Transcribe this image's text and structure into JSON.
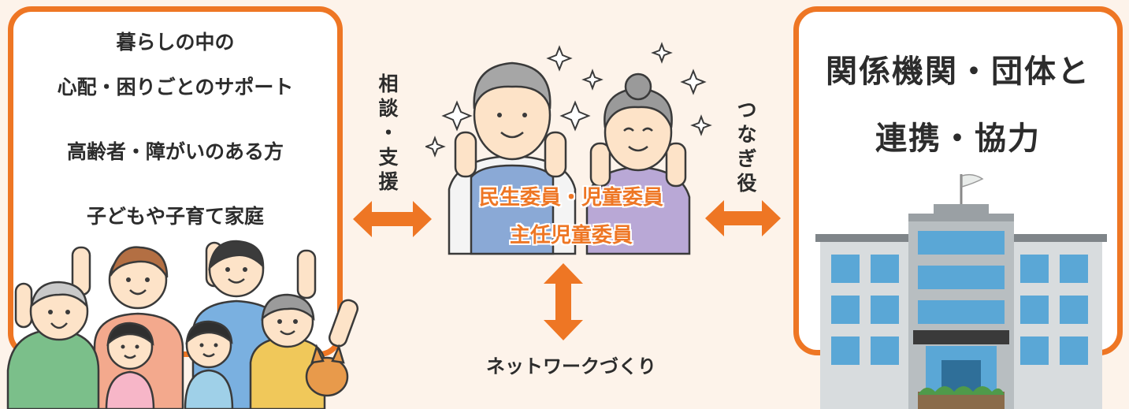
{
  "left_panel": {
    "lines": [
      "暮らしの中の",
      "心配・困りごとのサポート",
      "高齢者・障がいのある方",
      "子どもや子育て家庭"
    ]
  },
  "left_arrow_label": [
    "相",
    "談",
    "・",
    "支",
    "援"
  ],
  "center": {
    "line1": "民生委員・児童委員",
    "line2": "主任児童委員"
  },
  "right_arrow_label": [
    "つ",
    "な",
    "ぎ",
    "役"
  ],
  "network_label": "ネットワークづくり",
  "right_panel": {
    "line1": "関係機関・団体と",
    "line2": "連携・協力"
  },
  "colors": {
    "accent": "#ee7624",
    "background": "#fdf3ea",
    "text": "#2c2c2c"
  },
  "icons": [
    "family-illustration",
    "volunteers-illustration",
    "building-illustration",
    "sparkle-icon",
    "double-arrow-icon"
  ]
}
